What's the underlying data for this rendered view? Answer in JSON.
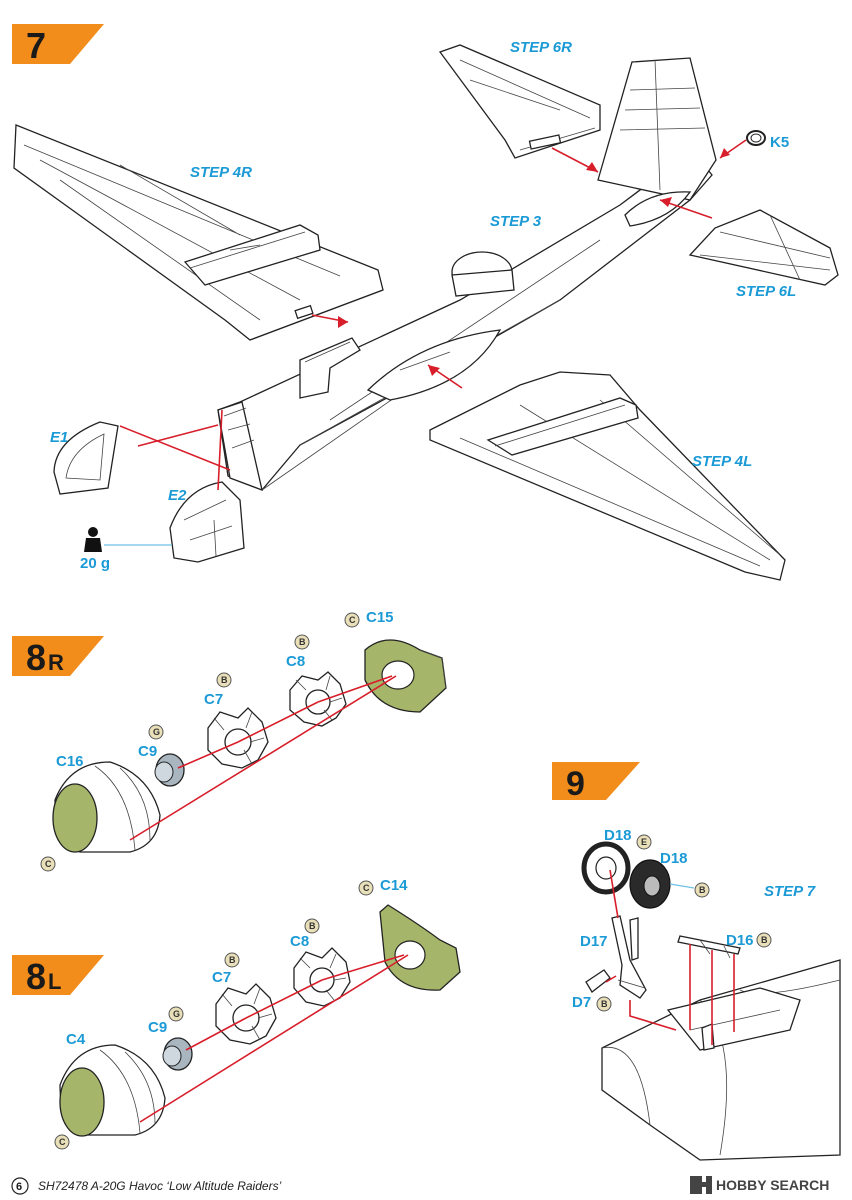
{
  "steps": {
    "s7": "7",
    "s8r_num": "8",
    "s8r_suffix": "R",
    "s8l_num": "8",
    "s8l_suffix": "L",
    "s9": "9"
  },
  "step7_labels": {
    "step6r": "STEP 6R",
    "step4r": "STEP 4R",
    "step3": "STEP 3",
    "k5": "K5",
    "step6l": "STEP 6L",
    "step4l": "STEP 4L",
    "e1": "E1",
    "e2": "E2",
    "weight": "20 g"
  },
  "step8r_labels": {
    "c15": "C15",
    "c8": "C8",
    "c7": "C7",
    "c9": "C9",
    "c16": "C16"
  },
  "step8l_labels": {
    "c14": "C14",
    "c8": "C8",
    "c7": "C7",
    "c9": "C9",
    "c4": "C4"
  },
  "step9_labels": {
    "d18a": "D18",
    "d18b": "D18",
    "step7": "STEP 7",
    "d17": "D17",
    "d16": "D16",
    "d7": "D7"
  },
  "color_codes": {
    "c": "C",
    "b": "B",
    "g": "G",
    "e": "E"
  },
  "footer": {
    "page": "6",
    "text": "SH72478  A-20G Havoc ‘Low Altitude Raiders’",
    "watermark": "HOBBY SEARCH"
  },
  "colors": {
    "step_box": "#f28c1a",
    "label": "#1b9ad6",
    "arrow": "#d81e2a",
    "part_green": "#a5b56a",
    "part_grey": "#a9b6c0"
  }
}
